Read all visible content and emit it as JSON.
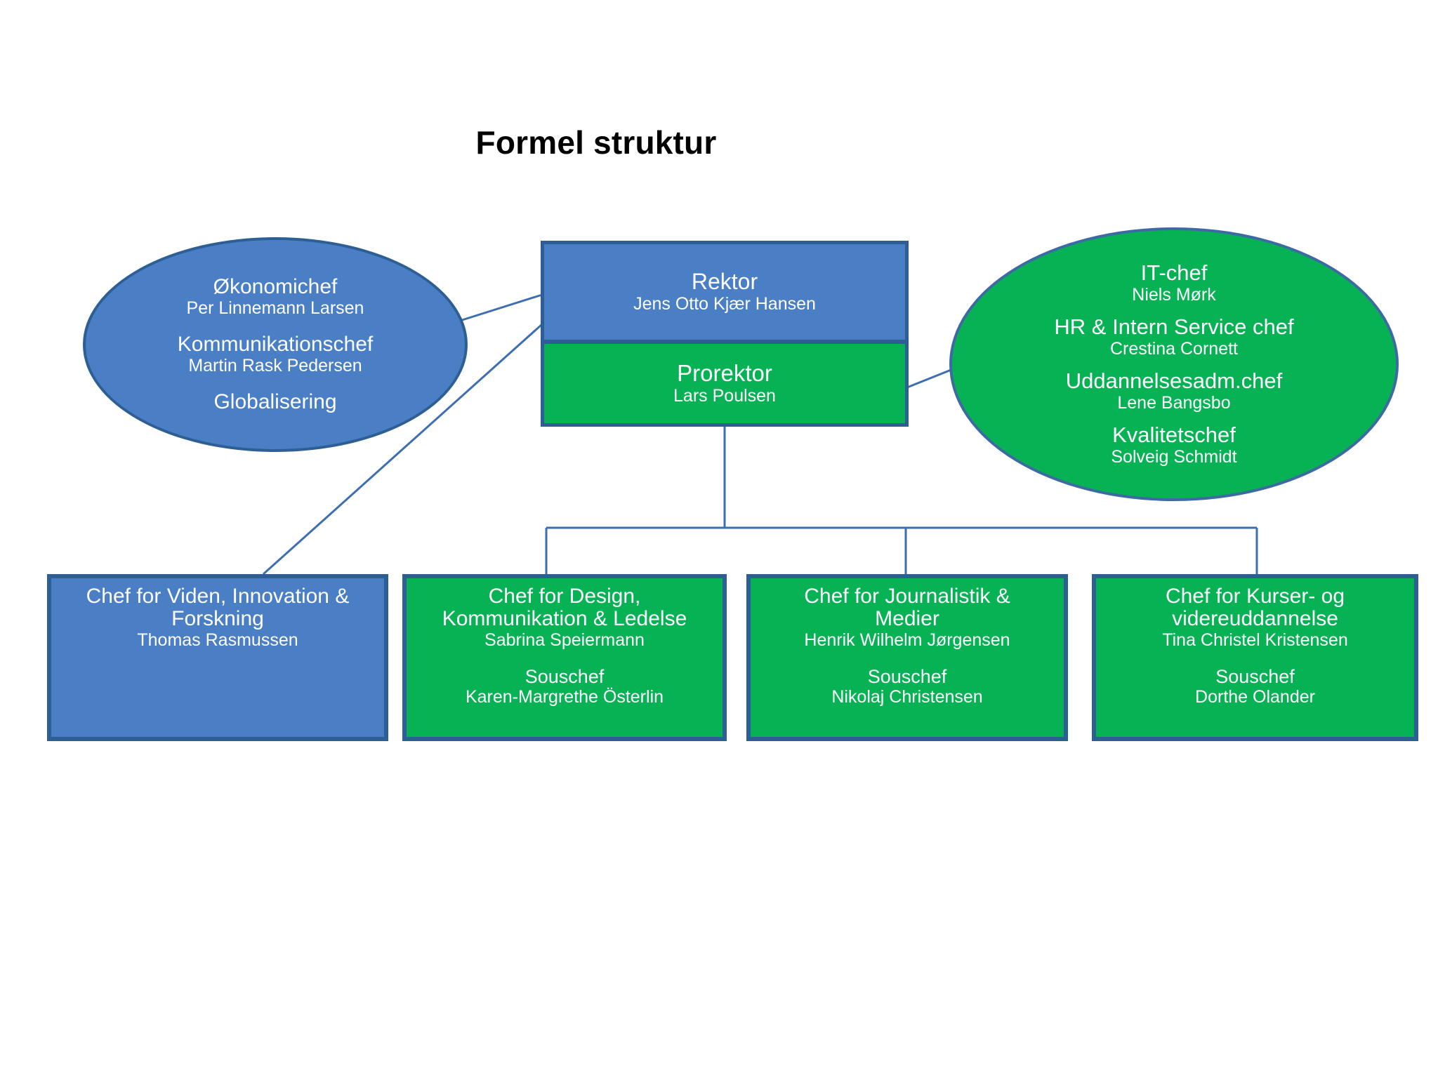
{
  "title": "Formel struktur",
  "colors": {
    "blue_fill": "#4a7ec5",
    "green_fill": "#07b254",
    "border": "#2e5f94",
    "connector": "#3d6fb0",
    "text": "#ffffff",
    "title_text": "#000000",
    "background": "#ffffff"
  },
  "staff_ellipse_left": {
    "entries": [
      {
        "role": "Økonomichef",
        "person": "Per Linnemann Larsen"
      },
      {
        "role": "Kommunikationschef",
        "person": "Martin Rask Pedersen"
      },
      {
        "role": "Globalisering",
        "person": ""
      }
    ]
  },
  "leadership": {
    "rektor": {
      "role": "Rektor",
      "person": "Jens Otto Kjær Hansen"
    },
    "prorektor": {
      "role": "Prorektor",
      "person": "Lars Poulsen"
    }
  },
  "staff_ellipse_right": {
    "entries": [
      {
        "role": "IT-chef",
        "person": "Niels Mørk"
      },
      {
        "role": "HR & Intern Service chef",
        "person": "Crestina Cornett"
      },
      {
        "role": "Uddannelsesadm.chef",
        "person": "Lene Bangsbo"
      },
      {
        "role": "Kvalitetschef",
        "person": "Solveig Schmidt"
      }
    ]
  },
  "departments": [
    {
      "role": "Chef for Viden, Innovation &\nForskning",
      "person": "Thomas Rasmussen",
      "sub_role": "",
      "sub_person": "",
      "color": "blue"
    },
    {
      "role": "Chef for Design,\nKommunikation & Ledelse",
      "person": "Sabrina Speiermann",
      "sub_role": "Souschef",
      "sub_person": "Karen-Margrethe Österlin",
      "color": "green"
    },
    {
      "role": "Chef for Journalistik &\nMedier",
      "person": "Henrik Wilhelm Jørgensen",
      "sub_role": "Souschef",
      "sub_person": "Nikolaj Christensen",
      "color": "green"
    },
    {
      "role": "Chef for Kurser- og\nvidereuddannelse",
      "person": "Tina Christel Kristensen",
      "sub_role": "Souschef",
      "sub_person": "Dorthe Olander",
      "color": "green"
    }
  ]
}
